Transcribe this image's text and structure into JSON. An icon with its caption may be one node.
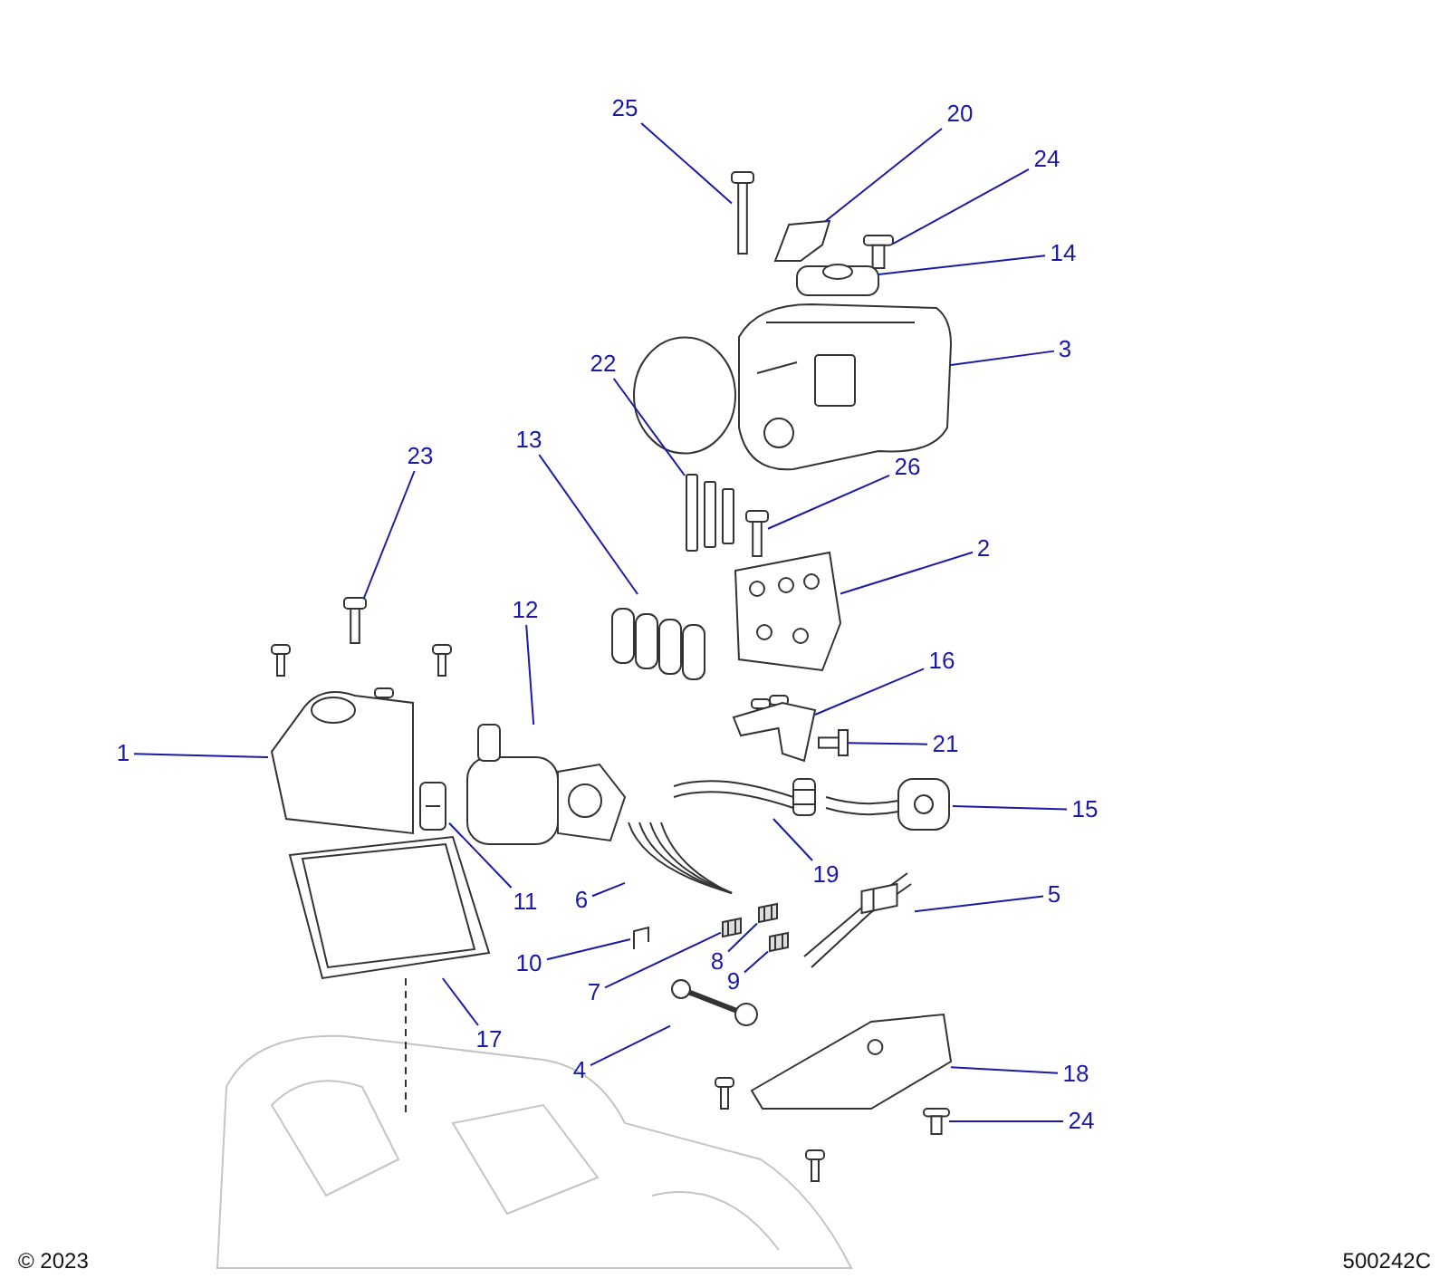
{
  "diagram": {
    "nodes": [
      {
        "text": [
          "25"
        ]
      },
      {
        "text": [
          "20"
        ]
      },
      {
        "text": [
          "24"
        ]
      },
      {
        "text": [
          "14"
        ]
      },
      {
        "text": [
          "3"
        ]
      },
      {
        "text": [
          "22"
        ]
      },
      {
        "text": [
          "13"
        ]
      },
      {
        "text": [
          "23"
        ]
      },
      {
        "text": [
          "26"
        ]
      },
      {
        "text": [
          "2"
        ]
      },
      {
        "text": [
          "12"
        ]
      },
      {
        "text": [
          "16"
        ]
      },
      {
        "text": [
          "21"
        ]
      },
      {
        "text": [
          "1"
        ]
      },
      {
        "text": [
          "15"
        ]
      },
      {
        "text": [
          "19"
        ]
      },
      {
        "text": [
          "5"
        ]
      },
      {
        "text": [
          "6"
        ]
      },
      {
        "text": [
          "11"
        ]
      },
      {
        "text": [
          "10"
        ]
      },
      {
        "text": [
          "8"
        ]
      },
      {
        "text": [
          "9"
        ]
      },
      {
        "text": [
          "7"
        ]
      },
      {
        "text": [
          "17"
        ]
      },
      {
        "text": [
          "4"
        ]
      },
      {
        "text": [
          "18"
        ]
      },
      {
        "text": [
          "24"
        ]
      },
      {
        "text": [],
        "shape": "picture"
      },
      {
        "text": [],
        "shape": "picture"
      },
      {
        "text": [],
        "shape": "picture"
      },
      {
        "text": [],
        "shape": "picture"
      },
      {
        "text": [],
        "shape": "picture"
      },
      {
        "text": [],
        "shape": "picture"
      },
      {
        "text": [],
        "shape": "picture"
      },
      {
        "text": [],
        "shape": "picture"
      },
      {
        "text": [],
        "shape": "picture"
      },
      {
        "text": [],
        "shape": "picture"
      },
      {
        "text": [],
        "shape": "picture"
      },
      {
        "text": [],
        "shape": "picture"
      },
      {
        "text": [],
        "shape": "picture"
      },
      {
        "text": [],
        "shape": "picture"
      },
      {
        "text": [],
        "shape": "picture"
      },
      {
        "text": [],
        "shape": "picture"
      },
      {
        "text": [],
        "shape": "picture"
      },
      {
        "text": [],
        "shape": "picture"
      },
      {
        "text": [],
        "shape": "picture"
      },
      {
        "text": [],
        "shape": "picture"
      },
      {
        "text": [],
        "shape": "picture"
      },
      {
        "text": [],
        "shape": "picture"
      },
      {
        "text": [],
        "shape": "picture"
      },
      {
        "text": [],
        "shape": "picture"
      },
      {
        "text": [],
        "shape": "picture"
      },
      {
        "text": [],
        "shape": "picture"
      },
      {
        "text": [],
        "shape": "picture"
      }
    ],
    "edges": [
      {
        "from": 0,
        "to": 27,
        "arrow": "none"
      },
      {
        "from": 1,
        "to": 28,
        "arrow": "none"
      },
      {
        "from": 2,
        "to": 29,
        "arrow": "none"
      },
      {
        "from": 3,
        "to": 30,
        "arrow": "none"
      },
      {
        "from": 4,
        "to": 31,
        "arrow": "none"
      },
      {
        "from": 5,
        "to": 32,
        "arrow": "none"
      },
      {
        "from": 6,
        "to": 33,
        "arrow": "none"
      },
      {
        "from": 7,
        "to": 34,
        "arrow": "none"
      },
      {
        "from": 8,
        "to": 35,
        "arrow": "none"
      },
      {
        "from": 9,
        "to": 36,
        "arrow": "none"
      },
      {
        "from": 10,
        "to": 37,
        "arrow": "none"
      },
      {
        "from": 11,
        "to": 38,
        "arrow": "none"
      },
      {
        "from": 12,
        "to": 39,
        "arrow": "none"
      },
      {
        "from": 13,
        "to": 40,
        "arrow": "none"
      },
      {
        "from": 14,
        "to": 41,
        "arrow": "none"
      },
      {
        "from": 15,
        "to": 42,
        "arrow": "none"
      },
      {
        "from": 16,
        "to": 43,
        "arrow": "none"
      },
      {
        "from": 17,
        "to": 44,
        "arrow": "none"
      },
      {
        "from": 18,
        "to": 45,
        "arrow": "none"
      },
      {
        "from": 19,
        "to": 46,
        "arrow": "none"
      },
      {
        "from": 20,
        "to": 47,
        "arrow": "none"
      },
      {
        "from": 21,
        "to": 48,
        "arrow": "none"
      },
      {
        "from": 22,
        "to": 49,
        "arrow": "none"
      },
      {
        "from": 23,
        "to": 50,
        "arrow": "none"
      },
      {
        "from": 24,
        "to": 51,
        "arrow": "none"
      },
      {
        "from": 25,
        "to": 52,
        "arrow": "none"
      },
      {
        "from": 26,
        "to": 53,
        "arrow": "none"
      }
    ],
    "labels": [
      "© 2023",
      "500242C"
    ]
  }
}
